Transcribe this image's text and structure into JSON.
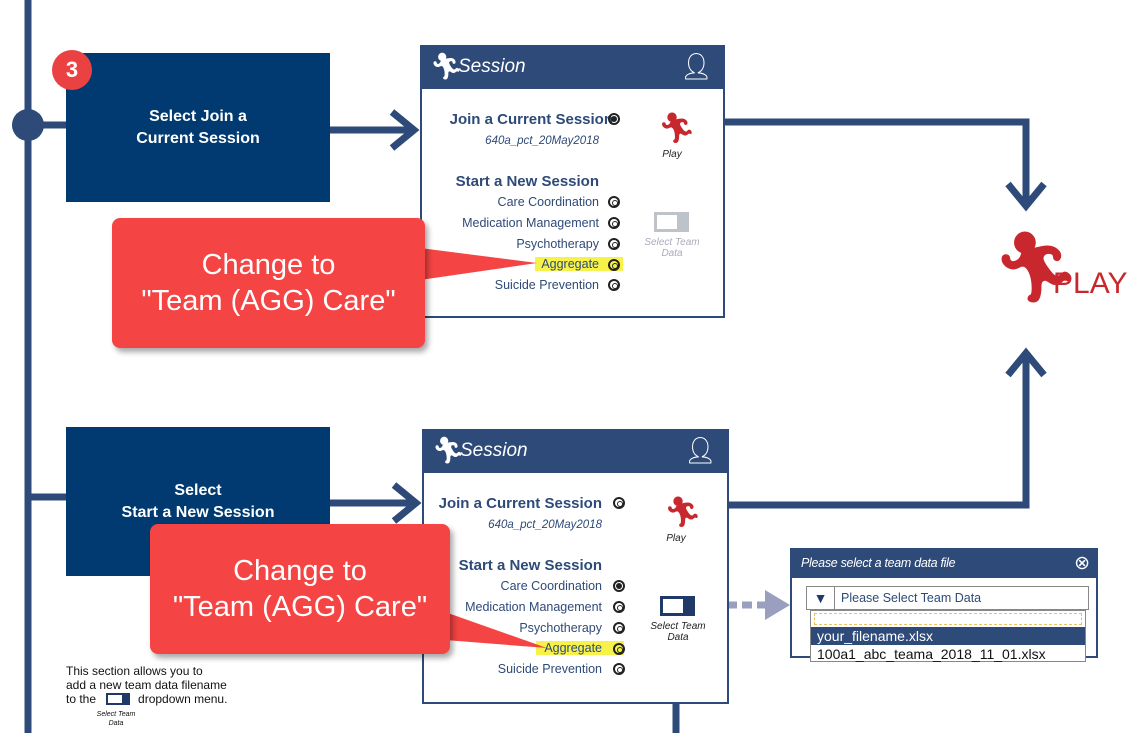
{
  "step_badge": "3",
  "step1": {
    "label_line1": "Select Join a",
    "label_line2": "Current Session"
  },
  "step2": {
    "label_line1": "Select",
    "label_line2": "Start a New Session"
  },
  "session_panel": {
    "title": "Session",
    "join_heading": "Join a Current Session",
    "current_session": "640a_pct_20May2018",
    "start_heading": "Start a New Session",
    "options": [
      "Care Coordination",
      "Medication Management",
      "Psychotherapy",
      "Aggregate",
      "Suicide Prevention"
    ],
    "play_label": "Play",
    "select_team_label_1": "Select Team",
    "select_team_label_2": "Data"
  },
  "callout": {
    "line1": "Change to",
    "line2": "\"Team (AGG) Care\""
  },
  "play_big": "PLAY",
  "dialog": {
    "title": "Please select a team data file",
    "placeholder": "Please Select Team Data",
    "options": [
      "your_filename.xlsx",
      "100a1_abc_teama_2018_11_01.xlsx"
    ]
  },
  "note": {
    "line1": "This section allows you to",
    "line2": "add a new team data filename",
    "line3_a": "to the",
    "line3_b": "dropdown menu.",
    "icon_label_1": "Select Team",
    "icon_label_2": "Data"
  },
  "colors": {
    "navy": "#003a70",
    "panel": "#2e4a78",
    "callout": "#f54444",
    "play_red": "#c8282d",
    "highlight": "#f6f24a"
  }
}
